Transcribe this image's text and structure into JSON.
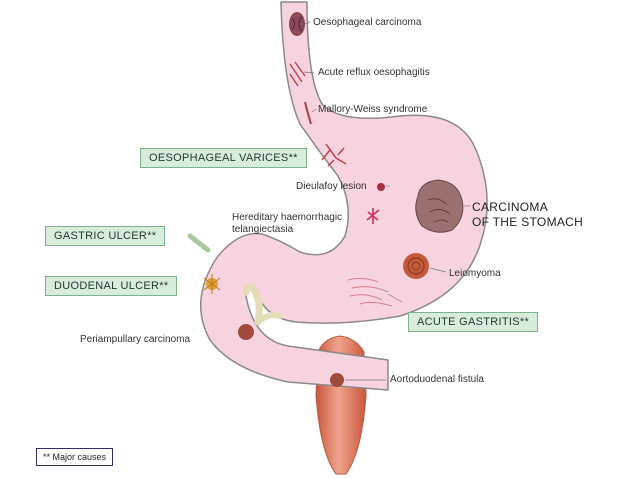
{
  "labels": {
    "oesophageal_carcinoma": "Oesophageal carcinoma",
    "acute_reflux": "Acute reflux oesophagitis",
    "mallory_weiss": "Mallory-Weiss syndrome",
    "dieulafoy": "Dieulafoy  lesion",
    "hht_line1": "Hereditary haemorrhagic",
    "hht_line2": "telangiectasia",
    "carcinoma_stomach_line1": "CARCINOMA",
    "carcinoma_stomach_line2": "OF THE STOMACH",
    "leiomyoma": "Leiomyoma",
    "periampullary": "Periampullary  carcinoma",
    "aortoduodenal": "Aortoduodenal fistula"
  },
  "boxes": {
    "oesophageal_varices": "OESOPHAGEAL VARICES**",
    "gastric_ulcer": "GASTRIC ULCER**",
    "duodenal_ulcer": "DUODENAL ULCER**",
    "acute_gastritis": "ACUTE GASTRITIS**"
  },
  "legend": {
    "text": "** Major causes"
  },
  "colors": {
    "stomach_fill": "#f6d3df",
    "stomach_outline": "#8a8a8a",
    "box_fill": "#d8ecdc",
    "box_border": "#7fb08e",
    "aorta": "#e2896f",
    "lesion": "#b03a4a"
  }
}
